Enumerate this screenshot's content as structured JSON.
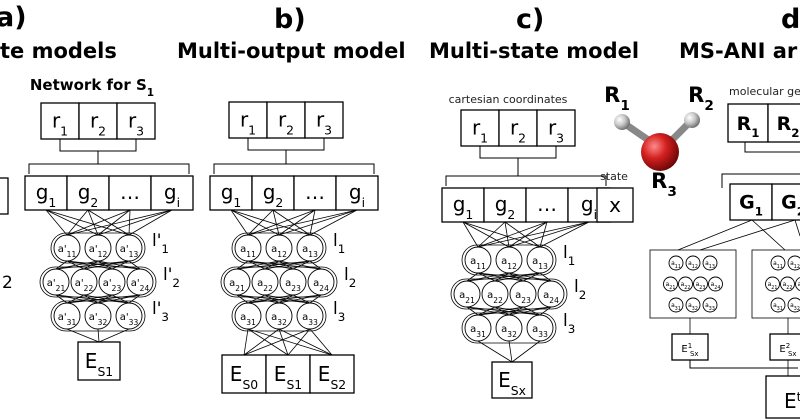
{
  "panels": {
    "a": {
      "label": "a)",
      "title": "te models",
      "net_title": "Network for S",
      "net_sub": "1",
      "inputs": [
        [
          "r",
          "1"
        ],
        [
          "r",
          "2"
        ],
        [
          "r",
          "3"
        ]
      ],
      "features": [
        [
          "g",
          "1"
        ],
        [
          "g",
          "2"
        ],
        [
          "…",
          ""
        ],
        [
          "g",
          "i"
        ]
      ],
      "layers": [
        {
          "nodes": [
            [
              "a'",
              "11"
            ],
            [
              "a'",
              "12"
            ],
            [
              "a'",
              "13"
            ]
          ],
          "label": [
            "l'",
            "1"
          ]
        },
        {
          "nodes": [
            [
              "a'",
              "21"
            ],
            [
              "a'",
              "22"
            ],
            [
              "a'",
              "23"
            ],
            [
              "a'",
              "24"
            ]
          ],
          "label": [
            "l'",
            "2"
          ]
        },
        {
          "nodes": [
            [
              "a'",
              "31"
            ],
            [
              "a'",
              "32"
            ],
            [
              "a'",
              "33"
            ]
          ],
          "label": [
            "l'",
            "3"
          ]
        }
      ],
      "left_edge_label": "2",
      "outputs": [
        [
          "E",
          "S1"
        ]
      ]
    },
    "b": {
      "label": "b)",
      "title": "Multi-output model",
      "inputs": [
        [
          "r",
          "1"
        ],
        [
          "r",
          "2"
        ],
        [
          "r",
          "3"
        ]
      ],
      "features": [
        [
          "g",
          "1"
        ],
        [
          "g",
          "2"
        ],
        [
          "…",
          ""
        ],
        [
          "g",
          "i"
        ]
      ],
      "layers": [
        {
          "nodes": [
            [
              "a",
              "11"
            ],
            [
              "a",
              "12"
            ],
            [
              "a",
              "13"
            ]
          ],
          "label": [
            "l",
            "1"
          ]
        },
        {
          "nodes": [
            [
              "a",
              "21"
            ],
            [
              "a",
              "22"
            ],
            [
              "a",
              "23"
            ],
            [
              "a",
              "24"
            ]
          ],
          "label": [
            "l",
            "2"
          ]
        },
        {
          "nodes": [
            [
              "a",
              "31"
            ],
            [
              "a",
              "32"
            ],
            [
              "a",
              "33"
            ]
          ],
          "label": [
            "l",
            "3"
          ]
        }
      ],
      "outputs": [
        [
          "E",
          "S0"
        ],
        [
          "E",
          "S1"
        ],
        [
          "E",
          "S2"
        ]
      ]
    },
    "c": {
      "label": "c)",
      "title": "Multi-state model",
      "coords_caption": "cartesian coordinates",
      "state_caption": "state",
      "state_symbol": "x",
      "inputs": [
        [
          "r",
          "1"
        ],
        [
          "r",
          "2"
        ],
        [
          "r",
          "3"
        ]
      ],
      "features": [
        [
          "g",
          "1"
        ],
        [
          "g",
          "2"
        ],
        [
          "…",
          ""
        ],
        [
          "g",
          "i"
        ]
      ],
      "layers": [
        {
          "nodes": [
            [
              "a",
              "11"
            ],
            [
              "a",
              "12"
            ],
            [
              "a",
              "13"
            ]
          ],
          "label": [
            "l",
            "1"
          ]
        },
        {
          "nodes": [
            [
              "a",
              "21"
            ],
            [
              "a",
              "22"
            ],
            [
              "a",
              "23"
            ],
            [
              "a",
              "24"
            ]
          ],
          "label": [
            "l",
            "2"
          ]
        },
        {
          "nodes": [
            [
              "a",
              "31"
            ],
            [
              "a",
              "32"
            ],
            [
              "a",
              "33"
            ]
          ],
          "label": [
            "l",
            "3"
          ]
        }
      ],
      "outputs": [
        [
          "E",
          "Sx"
        ]
      ]
    },
    "d": {
      "label": "d",
      "title": "MS-ANI ar",
      "caption": "molecular ge",
      "inputs": [
        [
          "R",
          "1"
        ],
        [
          "R",
          "2"
        ]
      ],
      "features": [
        [
          "G",
          "1"
        ],
        [
          "G",
          "2"
        ]
      ],
      "sub_outputs": [
        [
          "E",
          "Sx",
          "1"
        ],
        [
          "E",
          "Sx",
          "2"
        ]
      ],
      "total": [
        "E",
        "Sx",
        "tot"
      ]
    }
  },
  "molecule": {
    "atoms": [
      [
        "R",
        "1"
      ],
      [
        "R",
        "2"
      ],
      [
        "R",
        "3"
      ]
    ],
    "colors": {
      "oxygen": "#d42020",
      "hydrogen": "#c8c8c8"
    }
  }
}
